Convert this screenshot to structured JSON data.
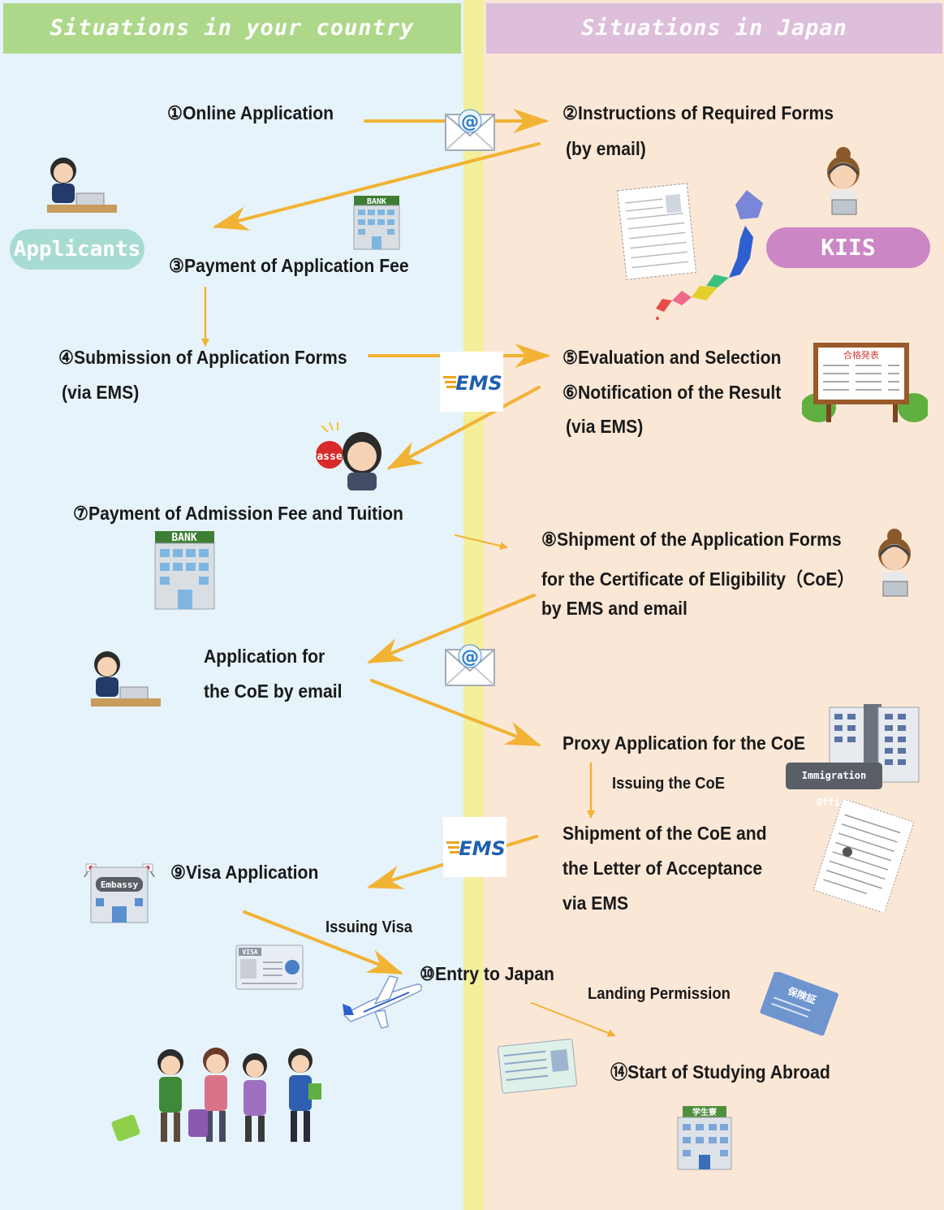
{
  "headers": {
    "left": "Situations in your country",
    "right": "Situations in Japan"
  },
  "actors": {
    "applicants": "Applicants",
    "school": "KIIS"
  },
  "steps": {
    "s1": "①Online Application",
    "s2a": "②Instructions of Required Forms",
    "s2b": "(by email)",
    "s3": "③Payment of Application Fee",
    "s4a": "④Submission of Application Forms",
    "s4b": "(via EMS)",
    "s5": "⑤Evaluation and Selection",
    "s6a": "⑥Notification of the Result",
    "s6b": "(via EMS)",
    "s7": "⑦Payment of Admission Fee and Tuition",
    "s8a": "⑧Shipment of the Application Forms",
    "s8b": "for the Certificate of Eligibility（CoE）",
    "s8c": "by EMS and email",
    "coe_a": "Application for",
    "coe_b": "the CoE by email",
    "proxy": "Proxy Application for the CoE",
    "issuing_coe": "Issuing the CoE",
    "ship_a": "Shipment of the CoE and",
    "ship_b": "the Letter of Acceptance",
    "ship_c": "via EMS",
    "s9": "⑨Visa Application",
    "issuing_visa": "Issuing Visa",
    "s10": "⑩Entry to Japan",
    "landing": "Landing Permission",
    "s14": "⑭Start of Studying Abroad"
  },
  "labels": {
    "bank": "BANK",
    "ems": "EMS",
    "passed": "Passed",
    "immigration": "Immigration Office",
    "embassy": "Embassy",
    "visa": "VISA",
    "email_symbol": "@",
    "results_board": "合格発表",
    "insurance_card": "保険証",
    "dormitory": "学生寮"
  },
  "colors": {
    "left_bg": "#e6f3fb",
    "right_bg": "#fbe7d6",
    "divider": "#f3ef9c",
    "left_header": "#add88a",
    "right_header": "#ddbedb",
    "arrow": "#f2b233",
    "applicants_pill": "#a8dcd3",
    "kiis_pill": "#cc86c6"
  }
}
